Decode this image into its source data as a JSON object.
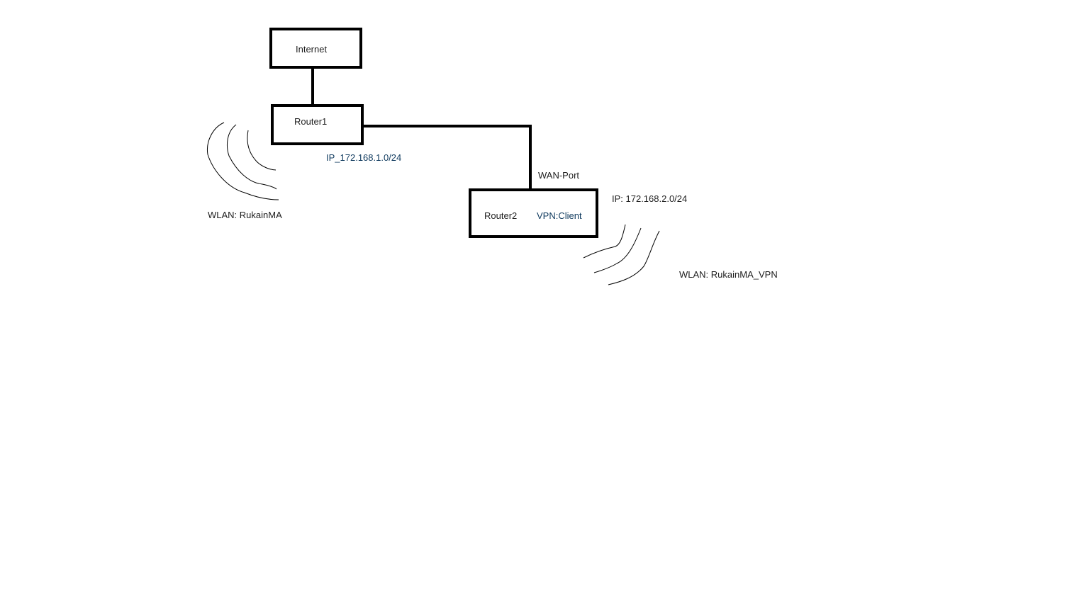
{
  "nodes": {
    "internet": "Internet",
    "router1": "Router1",
    "router2": "Router2",
    "router2_role": "VPN:Client"
  },
  "labels": {
    "router1_ip": "IP_172.168.1.0/24",
    "wan_port": "WAN-Port",
    "router2_ip": "IP: 172.168.2.0/24",
    "wlan1": "WLAN: RukainMA",
    "wlan2": "WLAN: RukainMA_VPN"
  }
}
